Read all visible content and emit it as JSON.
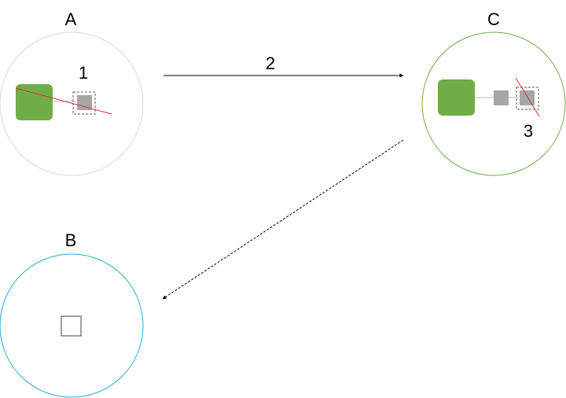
{
  "nodes": {
    "a": {
      "label": "A",
      "circle_color": "#d9d9d9",
      "inner_label": "1",
      "block_color": "#70ad47",
      "small_box_color": "#a6a6a6",
      "strike_color": "#e03030"
    },
    "c": {
      "label": "C",
      "circle_color": "#70ad47",
      "inner_label": "3",
      "block_color": "#70ad47",
      "small_box_color": "#a6a6a6",
      "strike_color": "#e03030"
    },
    "b": {
      "label": "B",
      "circle_color": "#2eaadc"
    }
  },
  "edges": {
    "a_to_c": {
      "label": "2",
      "style": "solid"
    },
    "c_to_b": {
      "label": "",
      "style": "dashed"
    }
  }
}
